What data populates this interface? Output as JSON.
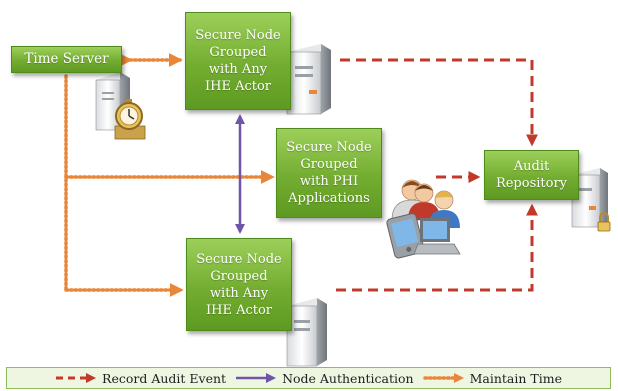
{
  "nodes": {
    "time_server": "Time Server",
    "secure_node_top": "Secure Node\nGrouped\nwith Any\nIHE Actor",
    "secure_node_phi": "Secure Node\nGrouped\nwith PHI\nApplications",
    "secure_node_bottom": "Secure Node\nGrouped\nwith Any\nIHE Actor",
    "audit_repository": "Audit\nRepository"
  },
  "legend": {
    "record_audit_event": "Record Audit Event",
    "node_authentication": "Node Authentication",
    "maintain_time": "Maintain Time"
  },
  "colors": {
    "node_fill": "#73ad30",
    "record_audit_event": "#c0392b",
    "node_authentication": "#6f55a8",
    "maintain_time": "#e8873a"
  },
  "icons": [
    "server-icon",
    "stopwatch-icon",
    "users-icon",
    "pda-icon",
    "laptop-icon",
    "lock-icon"
  ]
}
